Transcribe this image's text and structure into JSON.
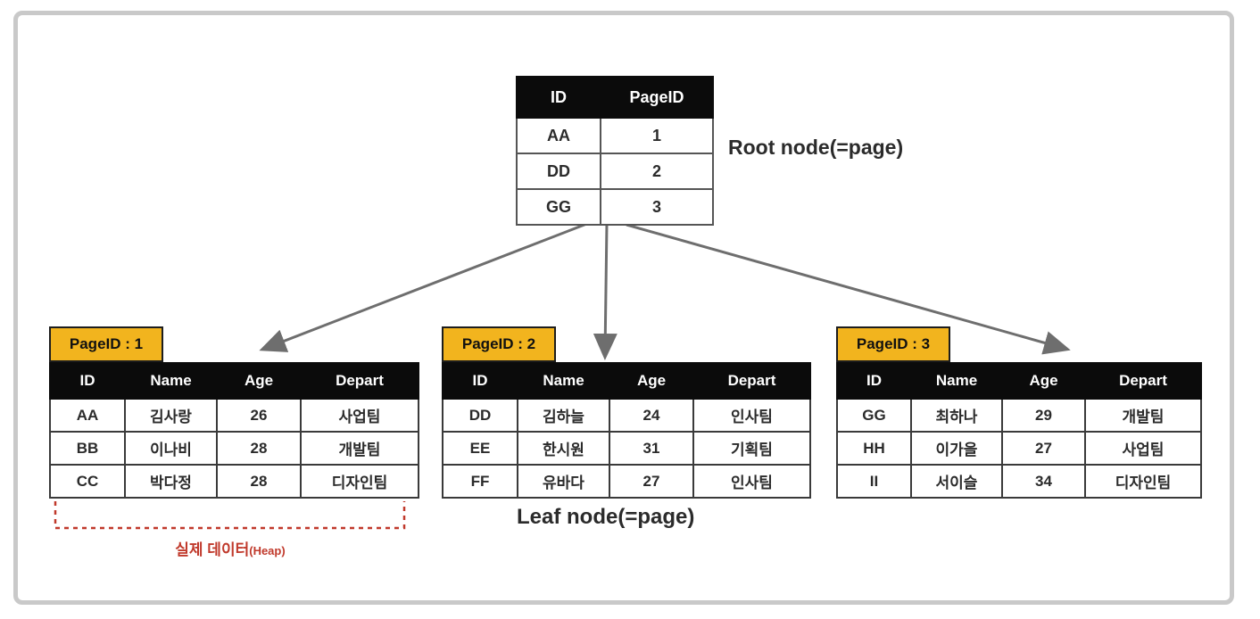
{
  "root_node": {
    "label": "Root node(=page)",
    "headers": [
      "ID",
      "PageID"
    ],
    "rows": [
      [
        "AA",
        "1"
      ],
      [
        "DD",
        "2"
      ],
      [
        "GG",
        "3"
      ]
    ]
  },
  "leaf_label": "Leaf node(=page)",
  "heap_label": {
    "text": "실제 데이터",
    "suffix": "(Heap)"
  },
  "leaf_pages": [
    {
      "badge": "PageID : 1",
      "headers": [
        "ID",
        "Name",
        "Age",
        "Depart"
      ],
      "rows": [
        [
          "AA",
          "김사랑",
          "26",
          "사업팀"
        ],
        [
          "BB",
          "이나비",
          "28",
          "개발팀"
        ],
        [
          "CC",
          "박다정",
          "28",
          "디자인팀"
        ]
      ]
    },
    {
      "badge": "PageID : 2",
      "headers": [
        "ID",
        "Name",
        "Age",
        "Depart"
      ],
      "rows": [
        [
          "DD",
          "김하늘",
          "24",
          "인사팀"
        ],
        [
          "EE",
          "한시원",
          "31",
          "기획팀"
        ],
        [
          "FF",
          "유바다",
          "27",
          "인사팀"
        ]
      ]
    },
    {
      "badge": "PageID : 3",
      "headers": [
        "ID",
        "Name",
        "Age",
        "Depart"
      ],
      "rows": [
        [
          "GG",
          "최하나",
          "29",
          "개발팀"
        ],
        [
          "HH",
          "이가을",
          "27",
          "사업팀"
        ],
        [
          "II",
          "서이슬",
          "34",
          "디자인팀"
        ]
      ]
    }
  ],
  "colors": {
    "badge_bg": "#f2b41e",
    "table_header_bg": "#0b0b0b",
    "table_header_text": "#ffffff",
    "arrow": "#6e6e6e",
    "heap_red": "#c0392b",
    "frame_border": "#c9c9c9"
  }
}
